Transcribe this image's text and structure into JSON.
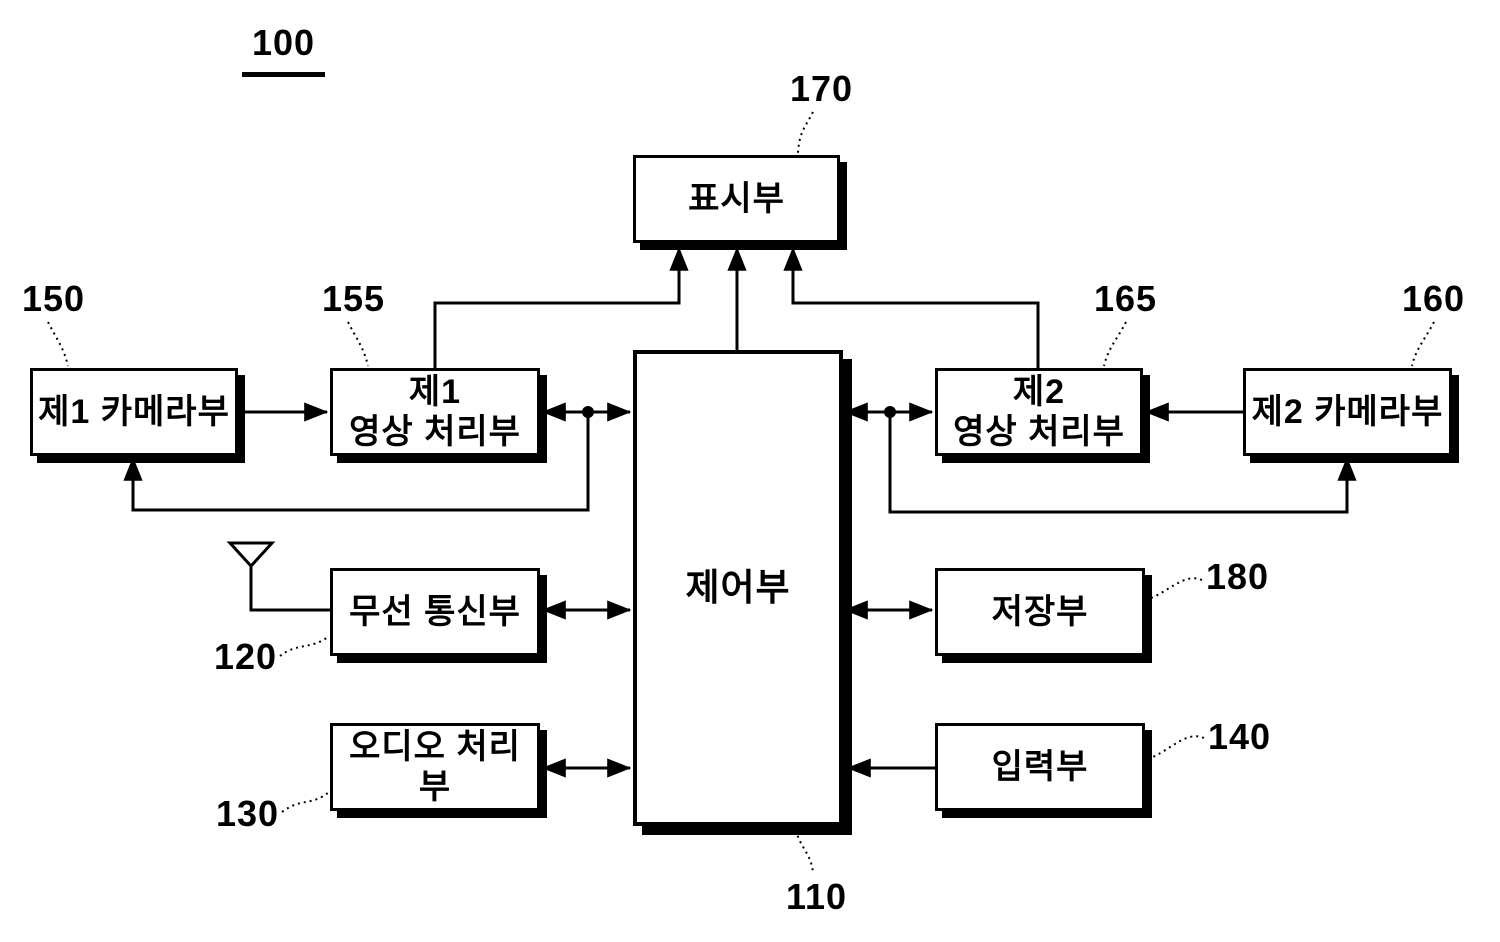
{
  "figure_ref": "100",
  "blocks": [
    {
      "id": "display",
      "label": "표시부",
      "ref": "170"
    },
    {
      "id": "camera1",
      "label": "제1 카메라부",
      "ref": "150"
    },
    {
      "id": "isp1",
      "label": "제1\n영상 처리부",
      "ref": "155"
    },
    {
      "id": "controller",
      "label": "제어부",
      "ref": "110"
    },
    {
      "id": "isp2",
      "label": "제2\n영상 처리부",
      "ref": "165"
    },
    {
      "id": "camera2",
      "label": "제2 카메라부",
      "ref": "160"
    },
    {
      "id": "wireless",
      "label": "무선 통신부",
      "ref": "120"
    },
    {
      "id": "storage",
      "label": "저장부",
      "ref": "180"
    },
    {
      "id": "audio",
      "label": "오디오 처리부",
      "ref": "130"
    },
    {
      "id": "input",
      "label": "입력부",
      "ref": "140"
    }
  ],
  "colors": {
    "ink": "#000000",
    "background": "#ffffff"
  }
}
